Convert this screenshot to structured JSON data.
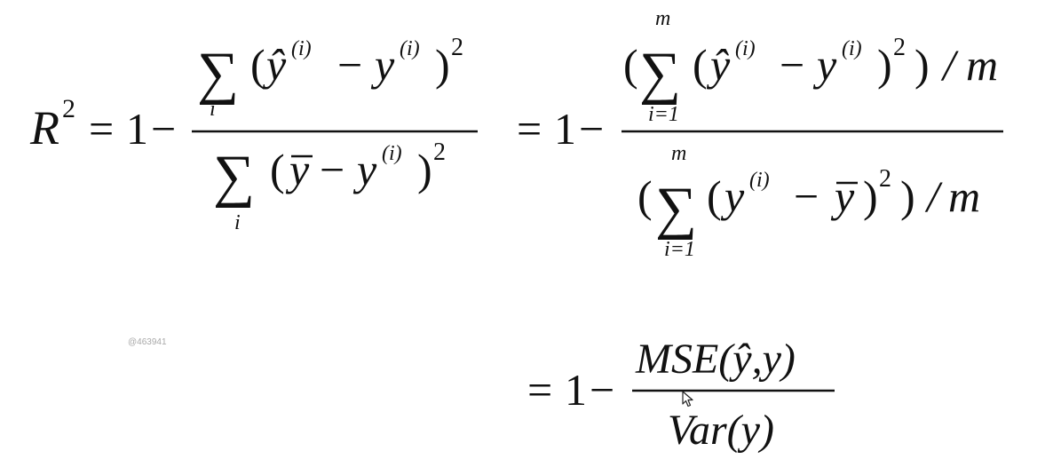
{
  "formula": {
    "line1": {
      "lhs_symbol": "R",
      "lhs_exponent": "2",
      "equals": "=",
      "one": "1",
      "minus": "−",
      "numerator": {
        "sum": "∑",
        "sum_index": "i",
        "open": "(",
        "y_hat": "ŷ",
        "sup_i": "(i)",
        "minus": "−",
        "y": "y",
        "close": ")",
        "square": "2"
      },
      "denominator": {
        "sum": "∑",
        "sum_index": "i",
        "open": "(",
        "y_bar": "y",
        "minus": "−",
        "y": "y",
        "sup_i": "(i)",
        "close": ")",
        "square": "2"
      }
    },
    "line2": {
      "equals": "=",
      "one": "1",
      "minus": "−",
      "numerator": {
        "outer_open": "(",
        "sum": "∑",
        "upper": "m",
        "lower": "i=1",
        "open": "(",
        "y_hat": "ŷ",
        "sup_i": "(i)",
        "minus": "−",
        "y": "y",
        "close": ")",
        "square": "2",
        "outer_close": ")",
        "divide": "/",
        "m": "m"
      },
      "denominator": {
        "outer_open": "(",
        "sum": "∑",
        "upper": "m",
        "lower": "i=1",
        "open": "(",
        "y": "y",
        "sup_i": "(i)",
        "minus": "−",
        "y_bar": "y",
        "close": ")",
        "square": "2",
        "outer_close": ")",
        "divide": "/",
        "m": "m"
      }
    },
    "line3": {
      "equals": "=",
      "one": "1",
      "minus": "−",
      "numerator": "MSE(ŷ,y)",
      "denominator": "Var(y)"
    }
  },
  "watermark": "@463941",
  "icons": {
    "cursor": "mouse-pointer-icon"
  },
  "colors": {
    "ink": "#111111",
    "watermark": "#a8a8a8",
    "background": "#ffffff"
  }
}
